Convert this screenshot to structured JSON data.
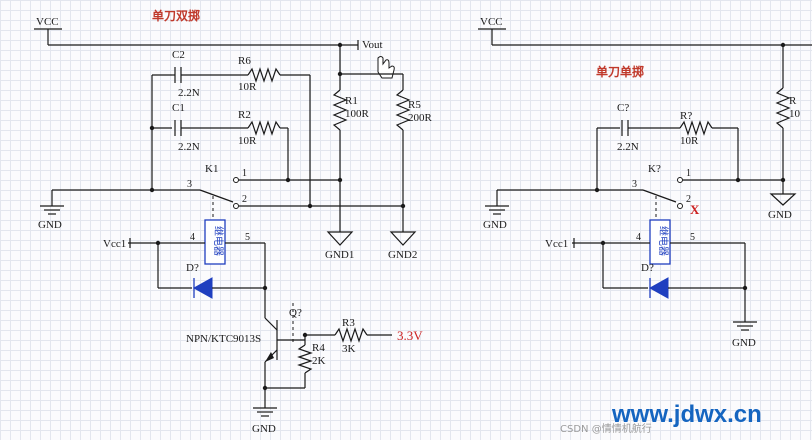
{
  "left_circuit": {
    "title": "单刀双掷",
    "vcc": "VCC",
    "vout": "Vout",
    "c2": {
      "ref": "C2",
      "value": "2.2N"
    },
    "c1": {
      "ref": "C1",
      "value": "2.2N"
    },
    "r6": {
      "ref": "R6",
      "value": "10R"
    },
    "r2": {
      "ref": "R2",
      "value": "10R"
    },
    "r1": {
      "ref": "R1",
      "value": "100R"
    },
    "r5": {
      "ref": "R5",
      "value": "200R"
    },
    "k1": {
      "ref": "K1",
      "pin1": "1",
      "pin2": "2",
      "pin3": "3",
      "pin4": "4",
      "pin5": "5"
    },
    "relay_label": "继电器",
    "gnd_left": "GND",
    "gnd1": "GND1",
    "gnd2": "GND2",
    "vcc1": "Vcc1",
    "diode": "D?",
    "transistor_ref": "Q?",
    "transistor_part": "NPN/KTC9013S",
    "r3": {
      "ref": "R3",
      "value": "3K"
    },
    "r4": {
      "ref": "R4",
      "value": "2K"
    },
    "input_voltage": "3.3V",
    "gnd_bottom": "GND"
  },
  "right_circuit": {
    "title": "单刀单掷",
    "vcc": "VCC",
    "c": {
      "ref": "C?",
      "value": "2.2N"
    },
    "r": {
      "ref": "R?",
      "value": "10R"
    },
    "r_top": {
      "ref": "R",
      "value": "10"
    },
    "k": {
      "ref": "K?",
      "pin1": "1",
      "pin2": "2",
      "pin3": "3",
      "pin4": "4",
      "pin5": "5"
    },
    "relay_label": "继电器",
    "gnd_left": "GND",
    "gnd_bottom": "GND",
    "vcc1": "Vcc1",
    "diode": "D?",
    "cross_mark": "X"
  },
  "watermark": {
    "site": "www.jdwx.cn",
    "csdn": "CSDN @情情机航行"
  },
  "colors": {
    "wire": "#1a1a1a",
    "component_blue": "#1f3fbf",
    "title_red": "#c0392b",
    "watermark_blue": "#1565c0"
  }
}
